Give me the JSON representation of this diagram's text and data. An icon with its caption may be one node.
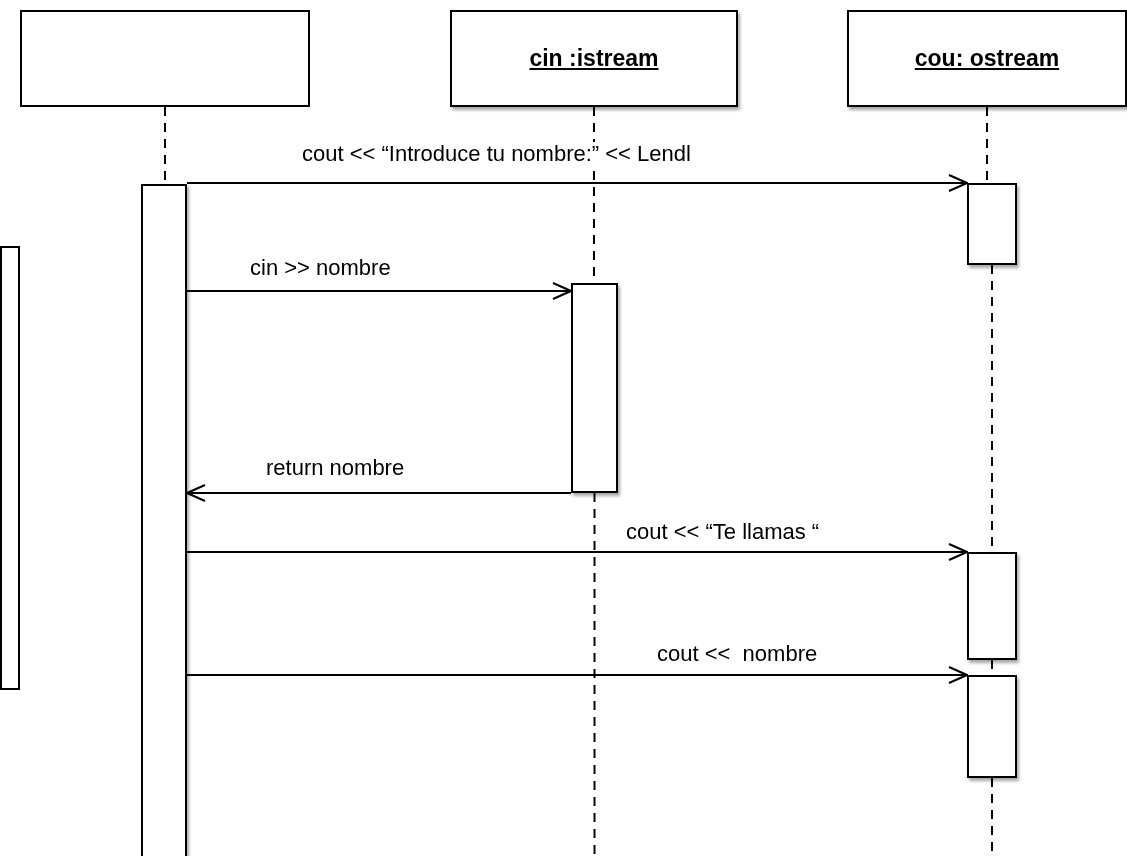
{
  "diagram": {
    "nodes": [
      {
        "text": [],
        "shape": "box"
      },
      {
        "text": [
          "cin :istream"
        ]
      },
      {
        "text": [
          "cou: ostream"
        ]
      },
      {
        "text": [],
        "shape": "box"
      },
      {
        "text": [],
        "shape": "bar"
      },
      {
        "text": [],
        "shape": "bar"
      },
      {
        "text": [],
        "shape": "bar"
      },
      {
        "text": [],
        "shape": "bar"
      },
      {
        "text": [],
        "shape": "bar"
      }
    ],
    "edges": [
      {
        "from": 0,
        "to": 4,
        "arrow": "none",
        "style": "dashed"
      },
      {
        "from": 1,
        "to": 5,
        "arrow": "none",
        "style": "dashed"
      },
      {
        "from": 5,
        "to": null,
        "arrow": "none",
        "style": "dashed"
      },
      {
        "from": 2,
        "to": 6,
        "arrow": "none",
        "style": "dashed"
      },
      {
        "from": 6,
        "to": 7,
        "arrow": "none",
        "style": "dashed"
      },
      {
        "from": 7,
        "to": 8,
        "arrow": "none",
        "style": "dashed"
      },
      {
        "from": 8,
        "to": null,
        "arrow": "none",
        "style": "dashed"
      },
      {
        "from": 4,
        "to": 6,
        "arrow": "to",
        "label": "cout << “Introduce tu nombre:” << Lendl"
      },
      {
        "from": 4,
        "to": 5,
        "arrow": "to",
        "label": "cin >> nombre"
      },
      {
        "from": 5,
        "to": 4,
        "arrow": "to",
        "label": "return nombre"
      },
      {
        "from": 4,
        "to": 7,
        "arrow": "to",
        "label": "cout << “Te llamas “"
      },
      {
        "from": 4,
        "to": 8,
        "arrow": "to",
        "label": "cout <<  nombre"
      }
    ]
  }
}
